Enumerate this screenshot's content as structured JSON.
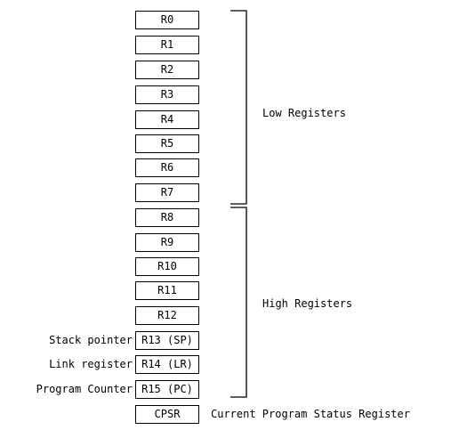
{
  "registers": [
    {
      "label": "R0"
    },
    {
      "label": "R1"
    },
    {
      "label": "R2"
    },
    {
      "label": "R3"
    },
    {
      "label": "R4"
    },
    {
      "label": "R5"
    },
    {
      "label": "R6"
    },
    {
      "label": "R7"
    },
    {
      "label": "R8"
    },
    {
      "label": "R9"
    },
    {
      "label": "R10"
    },
    {
      "label": "R11"
    },
    {
      "label": "R12"
    },
    {
      "label": "R13 (SP)",
      "side_label": "Stack pointer"
    },
    {
      "label": "R14 (LR)",
      "side_label": "Link register"
    },
    {
      "label": "R15 (PC)",
      "side_label": "Program Counter"
    },
    {
      "label": "CPSR"
    }
  ],
  "groups": {
    "low": {
      "label": "Low Registers",
      "from": "R0",
      "to": "R7"
    },
    "high": {
      "label": "High Registers",
      "from": "R8",
      "to": "R15 (PC)"
    }
  },
  "cpsr_label": "Current Program Status Register"
}
